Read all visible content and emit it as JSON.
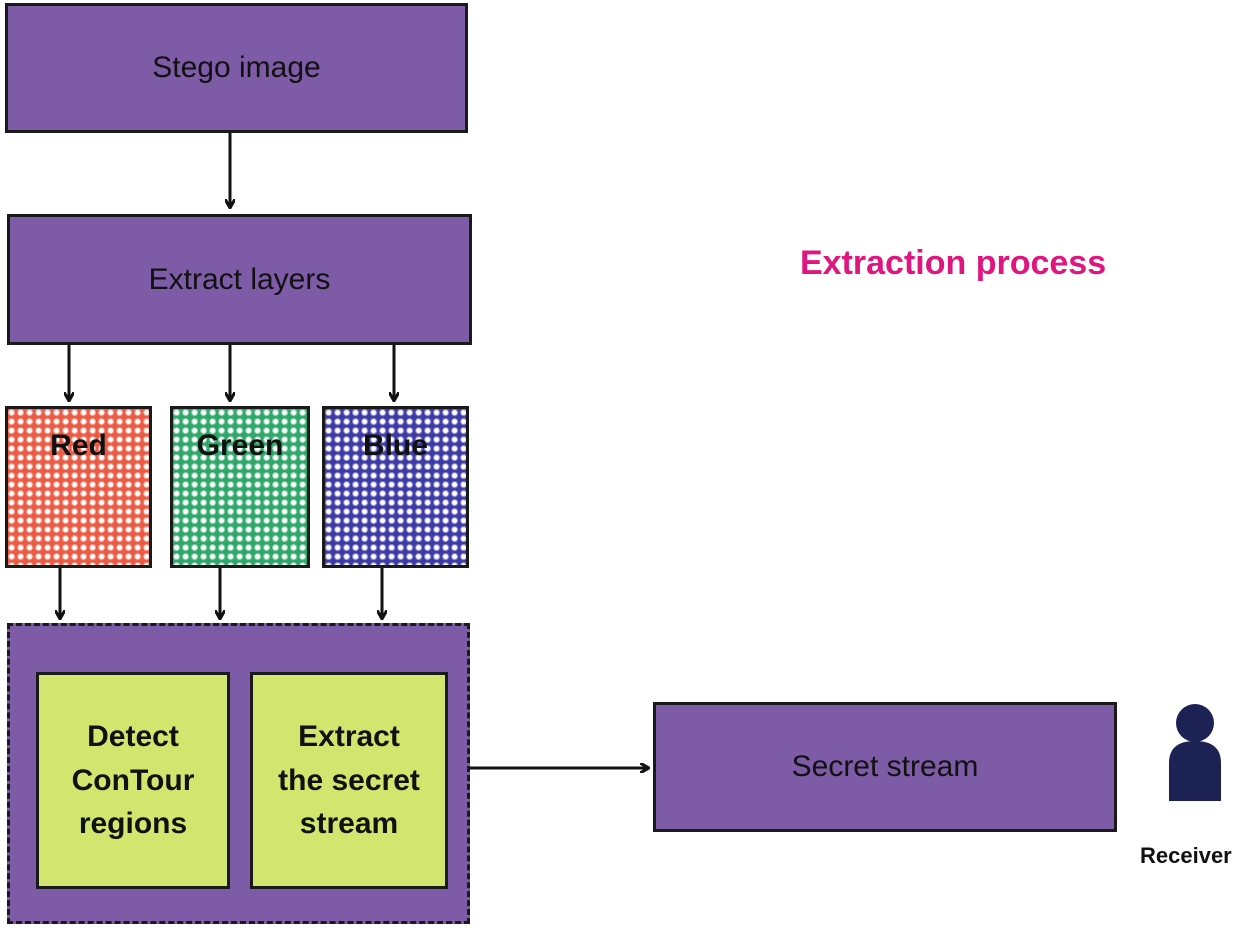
{
  "title": "Extraction process",
  "nodes": {
    "stego_image": "Stego image",
    "extract_layers": "Extract layers",
    "red": "Red",
    "green": "Green",
    "blue": "Blue",
    "detect_contour": "Detect\nConTour\nregions",
    "extract_secret": "Extract\nthe secret\nstream",
    "secret_stream": "Secret stream"
  },
  "receiver": {
    "label": "Receiver",
    "icon": "person-icon"
  },
  "colors": {
    "box_fill": "#7d5ba6",
    "sub_fill": "#d2e56e",
    "title": "#e0157f",
    "person": "#1c2354"
  }
}
